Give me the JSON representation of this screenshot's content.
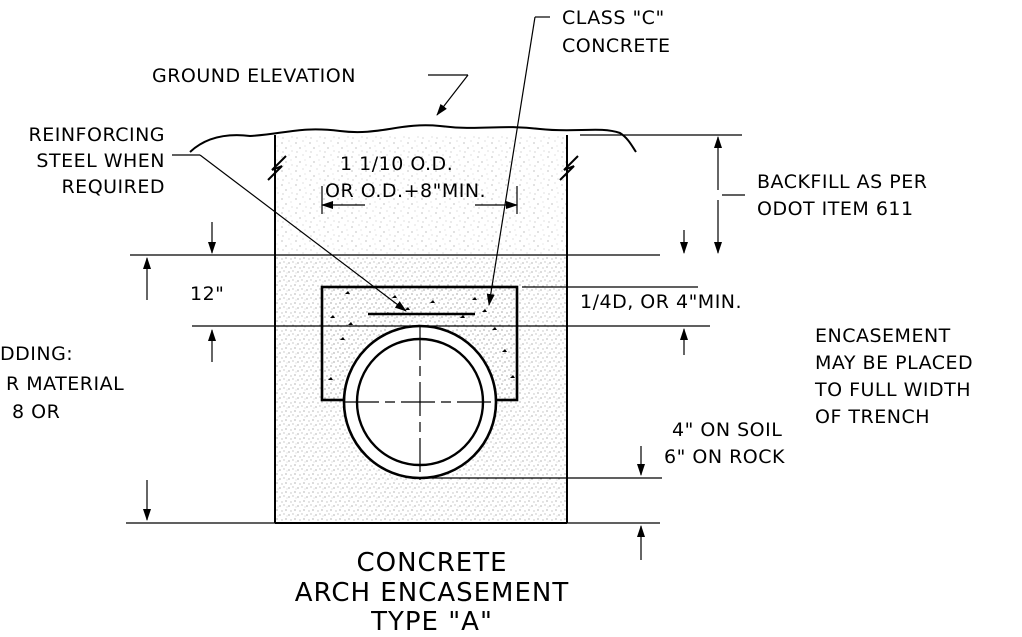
{
  "labels": {
    "class_c_line1": "CLASS \"C\"",
    "class_c_line2": "CONCRETE",
    "ground_elevation": "GROUND ELEVATION",
    "reinforcing_line1": "REINFORCING",
    "reinforcing_line2": "STEEL WHEN",
    "reinforcing_line3": "REQUIRED",
    "width_line1": "1 1/10 O.D.",
    "width_line2": "OR O.D.+8\"MIN.",
    "backfill_line1": "BACKFILL AS PER",
    "backfill_line2": "ODOT ITEM 611",
    "dim_12in": "12\"",
    "cover_dim": "1/4D, OR 4\"MIN.",
    "encasement_line1": "ENCASEMENT",
    "encasement_line2": "MAY BE PLACED",
    "encasement_line3": "TO FULL WIDTH",
    "encasement_line4": "OF TRENCH",
    "bedding_line1": "DDING:",
    "bedding_line2": "R MATERIAL",
    "bedding_line3": "8 OR",
    "soil_dim": "4\" ON SOIL",
    "rock_dim": "6\" ON ROCK"
  },
  "title": {
    "line1": "CONCRETE",
    "line2": "ARCH ENCASEMENT",
    "line3": "TYPE \"A\""
  },
  "colors": {
    "ink": "#000000",
    "background": "#ffffff"
  }
}
